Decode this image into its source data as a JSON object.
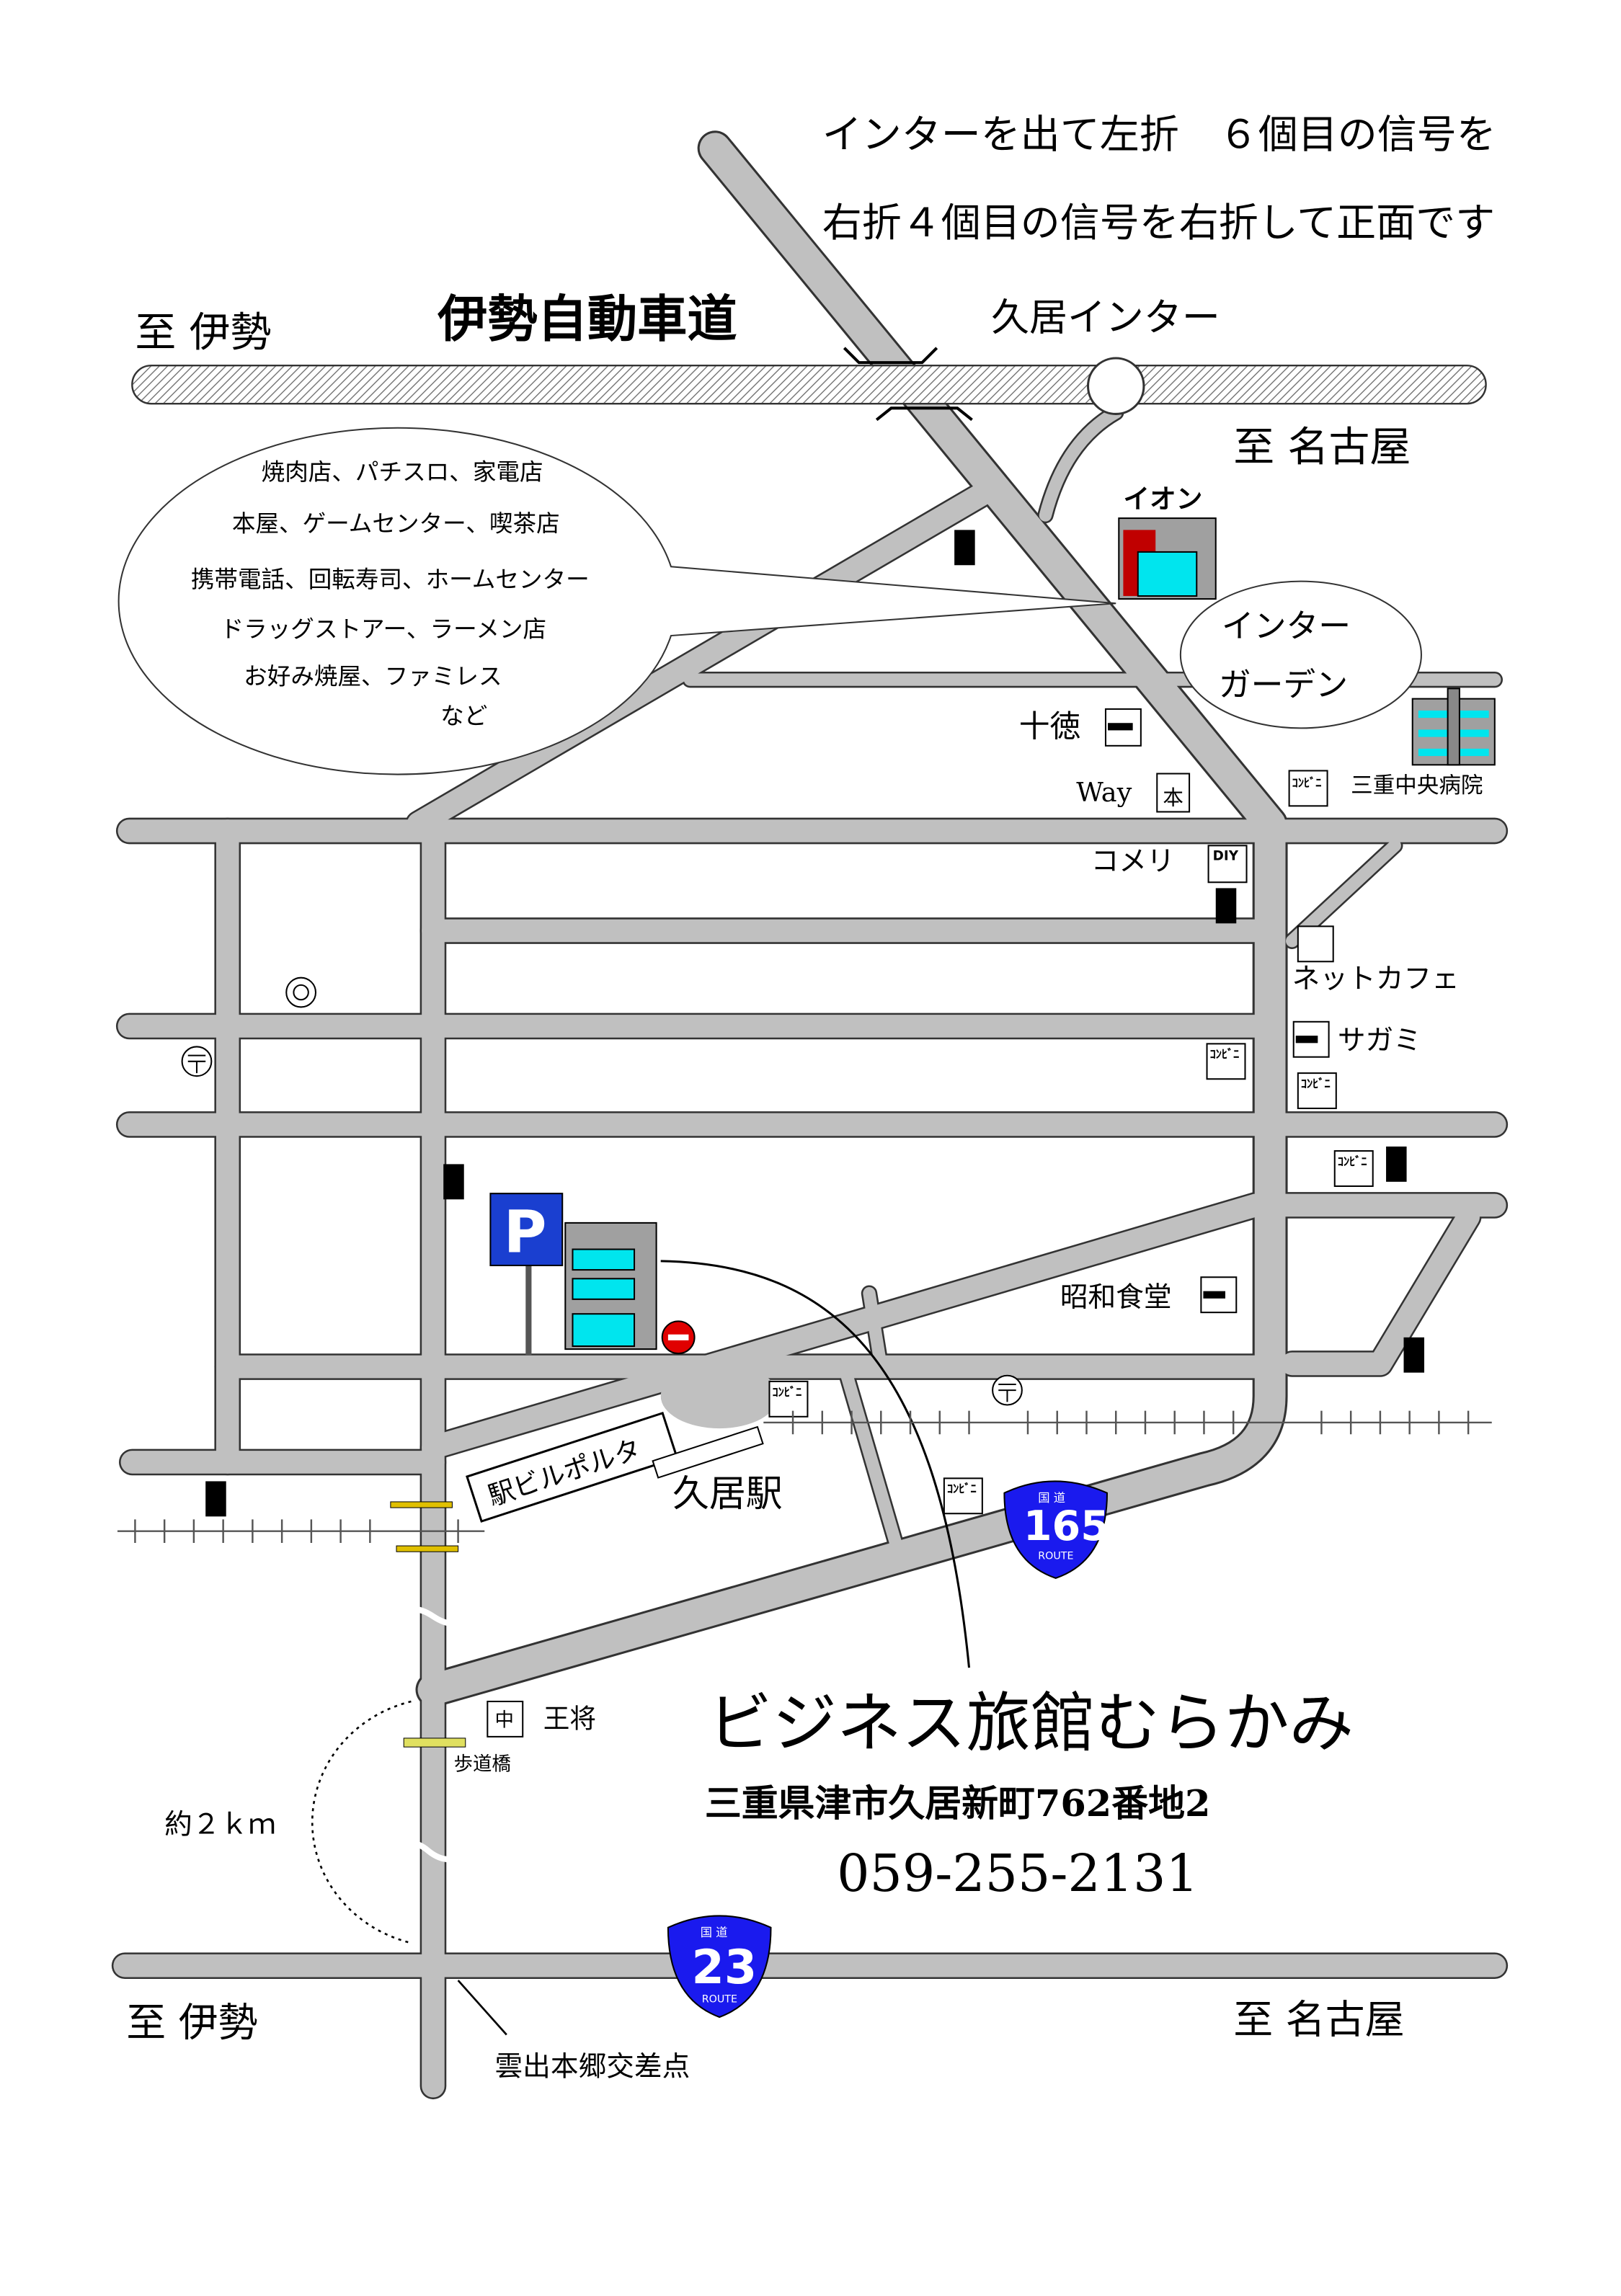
{
  "directions": {
    "line1": "インターを出て左折　６個目の信号を",
    "line2": "右折４個目の信号を右折して正面です"
  },
  "labels": {
    "to_ise_top": "至 伊勢",
    "expressway": "伊勢自動車道",
    "hisai_inter": "久居インター",
    "to_nagoya_top": "至 名古屋",
    "aeon": "イオン",
    "inter_garden_1": "インター",
    "inter_garden_2": "ガーデン",
    "juutoku": "十徳",
    "way": "Way",
    "komeri": "コメリ",
    "hospital": "三重中央病院",
    "net_cafe": "ネットカフェ",
    "sagami": "サガミ",
    "showa_shokudo": "昭和食堂",
    "station_building": "駅ビルポルタ",
    "hisai_station": "久居駅",
    "ohsho": "王将",
    "footbridge": "歩道橋",
    "distance": "約２ｋｍ",
    "to_ise_bottom": "至 伊勢",
    "to_nagoya_bottom": "至 名古屋",
    "intersection": "雲出本郷交差点"
  },
  "bubble": {
    "lines": [
      "焼肉店、パチスロ、家電店",
      "本屋、ゲームセンター、喫茶店",
      "携帯電話、回転寿司、ホームセンター",
      "ドラッグストアー、ラーメン店",
      "お好み焼屋、ファミレス",
      "など"
    ]
  },
  "route_shields": [
    {
      "kanji": "国 道",
      "number": "165",
      "sub": "ROUTE"
    },
    {
      "kanji": "国 道",
      "number": "23",
      "sub": "ROUTE"
    }
  ],
  "icons": {
    "parking": "P",
    "convenience": "ｺﾝﾋﾞﾆ",
    "diy": "DIY",
    "book": "本",
    "ramen": "中"
  },
  "hotel": {
    "name": "ビジネス旅館むらかみ",
    "address": "三重県津市久居新町762番地2",
    "phone": "059-255-2131"
  },
  "colors": {
    "road": "#c0c0c0",
    "shield": "#1a1aee",
    "parking": "#1a3fd0",
    "building": "#00e5ee"
  }
}
